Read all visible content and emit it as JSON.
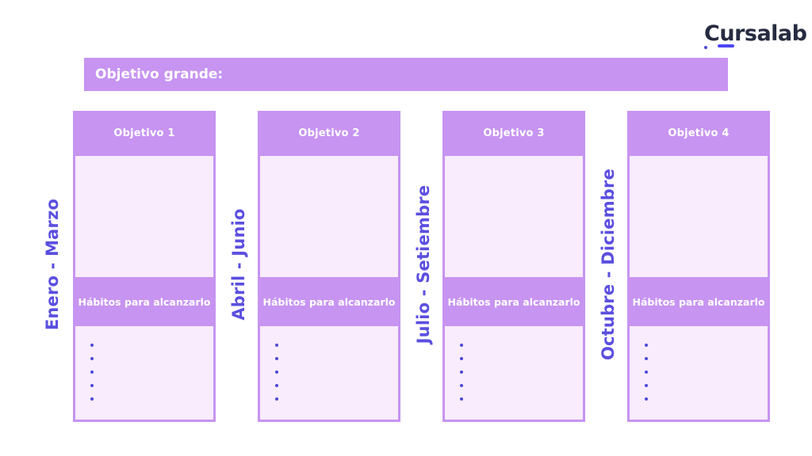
{
  "logo": {
    "c": "C",
    "u": "u",
    "rest": "rsalab",
    "dot": "."
  },
  "header": {
    "label": "Objetivo grande:"
  },
  "columns": [
    {
      "period": "Enero - Marzo",
      "title": "Objetivo 1",
      "habits_label": "Hábitos para alcanzarlo",
      "bullet_count": 5
    },
    {
      "period": "Abril - Junio",
      "title": "Objetivo 2",
      "habits_label": "Hábitos para alcanzarlo",
      "bullet_count": 5
    },
    {
      "period": "Julio - Setiembre",
      "title": "Objetivo 3",
      "habits_label": "Hábitos para alcanzarlo",
      "bullet_count": 5
    },
    {
      "period": "Octubre - Diciembre",
      "title": "Objetivo 4",
      "habits_label": "Hábitos para alcanzarlo",
      "bullet_count": 5
    }
  ],
  "colors": {
    "purple": "#c794f1",
    "panel": "#f8ecfd",
    "period_text": "#5b4fe0",
    "bullet": "#4c49d5",
    "logo_text": "#262b40",
    "logo_underline": "#4b45f5",
    "logo_dot": "#3ab5d8",
    "background": "#ffffff"
  }
}
